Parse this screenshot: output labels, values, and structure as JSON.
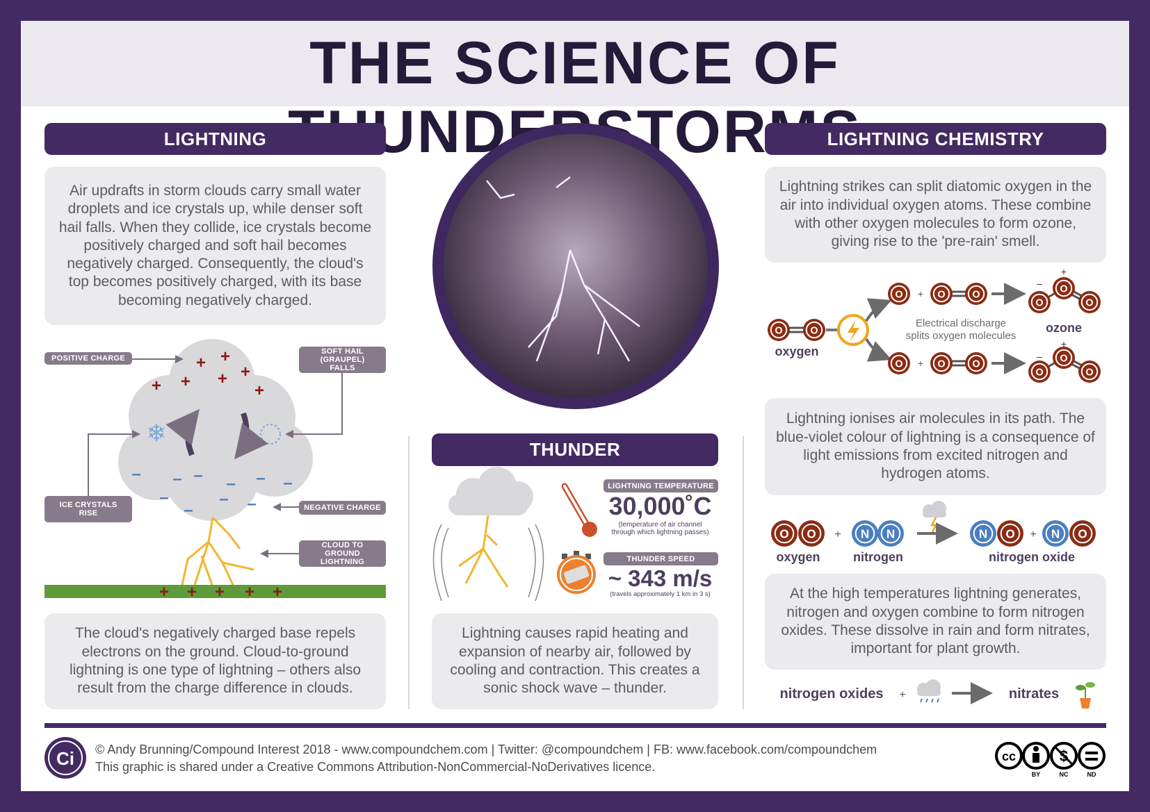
{
  "title": "THE SCIENCE OF THUNDERSTORMS",
  "colors": {
    "purple": "#432a62",
    "oxygen_atom": "#8b2c14",
    "nitrogen_atom": "#4a7fc1",
    "lightning": "#f2b630",
    "ground": "#5f9a3b",
    "text_grey": "#5b5b63"
  },
  "lightning": {
    "header": "LIGHTNING",
    "intro": "Air updrafts in storm clouds carry small water droplets and ice crystals up, while denser soft hail falls. When they collide, ice crystals become positively charged and soft hail becomes negatively charged. Consequently, the cloud's top becomes positively charged, with its base becoming negatively charged.",
    "labels": {
      "positive_charge": "POSITIVE CHARGE",
      "soft_hail": "SOFT HAIL (GRAUPEL) FALLS",
      "ice_crystals": "ICE CRYSTALS RISE",
      "negative_charge": "NEGATIVE CHARGE",
      "cloud_to_ground": "CLOUD TO GROUND LIGHTNING"
    },
    "plus": "+",
    "minus": "–",
    "outro": "The cloud's negatively charged base repels electrons on the ground. Cloud-to-ground lightning is one type of lightning – others also result from the charge difference in clouds."
  },
  "thunder": {
    "header": "THUNDER",
    "temperature_label": "LIGHTNING TEMPERATURE",
    "temperature_value": "30,000˚C",
    "temperature_note_1": "(temperature of air channel",
    "temperature_note_2": "through which lightning passes)",
    "speed_label": "THUNDER SPEED",
    "speed_value": "~ 343 m/s",
    "speed_note": "(travels approximately 1 km in 3 s)",
    "text": "Lightning causes rapid heating and expansion of nearby air, followed by cooling and contraction. This creates a sonic shock wave – thunder."
  },
  "chemistry": {
    "header": "LIGHTNING CHEMISTRY",
    "text1": "Lightning strikes can split diatomic oxygen in the air into individual oxygen atoms. These combine with other oxygen molecules to form ozone, giving rise to the 'pre-rain' smell.",
    "oxygen_symbol": "O",
    "nitrogen_symbol": "N",
    "oxygen_label": "oxygen",
    "ozone_label": "ozone",
    "discharge_1": "Electrical discharge",
    "discharge_2": "splits oxygen molecules",
    "plus": "+",
    "ozone_plus": "+",
    "ozone_minus": "–",
    "text2": "Lightning ionises air molecules in its path. The blue-violet colour of lightning is a consequence of light emissions from excited nitrogen and hydrogen atoms.",
    "nitrogen_label": "nitrogen",
    "nitrogen_oxide_label": "nitrogen oxide",
    "text3": "At the high temperatures lightning generates, nitrogen and oxygen combine to form nitrogen oxides. These dissolve in rain and form nitrates, important for plant growth.",
    "nitrogen_oxides_label": "nitrogen oxides",
    "nitrates_label": "nitrates"
  },
  "footer": {
    "logo": "Ci",
    "line1": "© Andy Brunning/Compound Interest 2018 - www.compoundchem.com  |  Twitter: @compoundchem  |  FB: www.facebook.com/compoundchem",
    "line2": "This graphic is shared under a Creative Commons Attribution-NonCommercial-NoDerivatives licence.",
    "cc": "cc",
    "by": "BY",
    "nc": "NC",
    "nd": "ND"
  }
}
